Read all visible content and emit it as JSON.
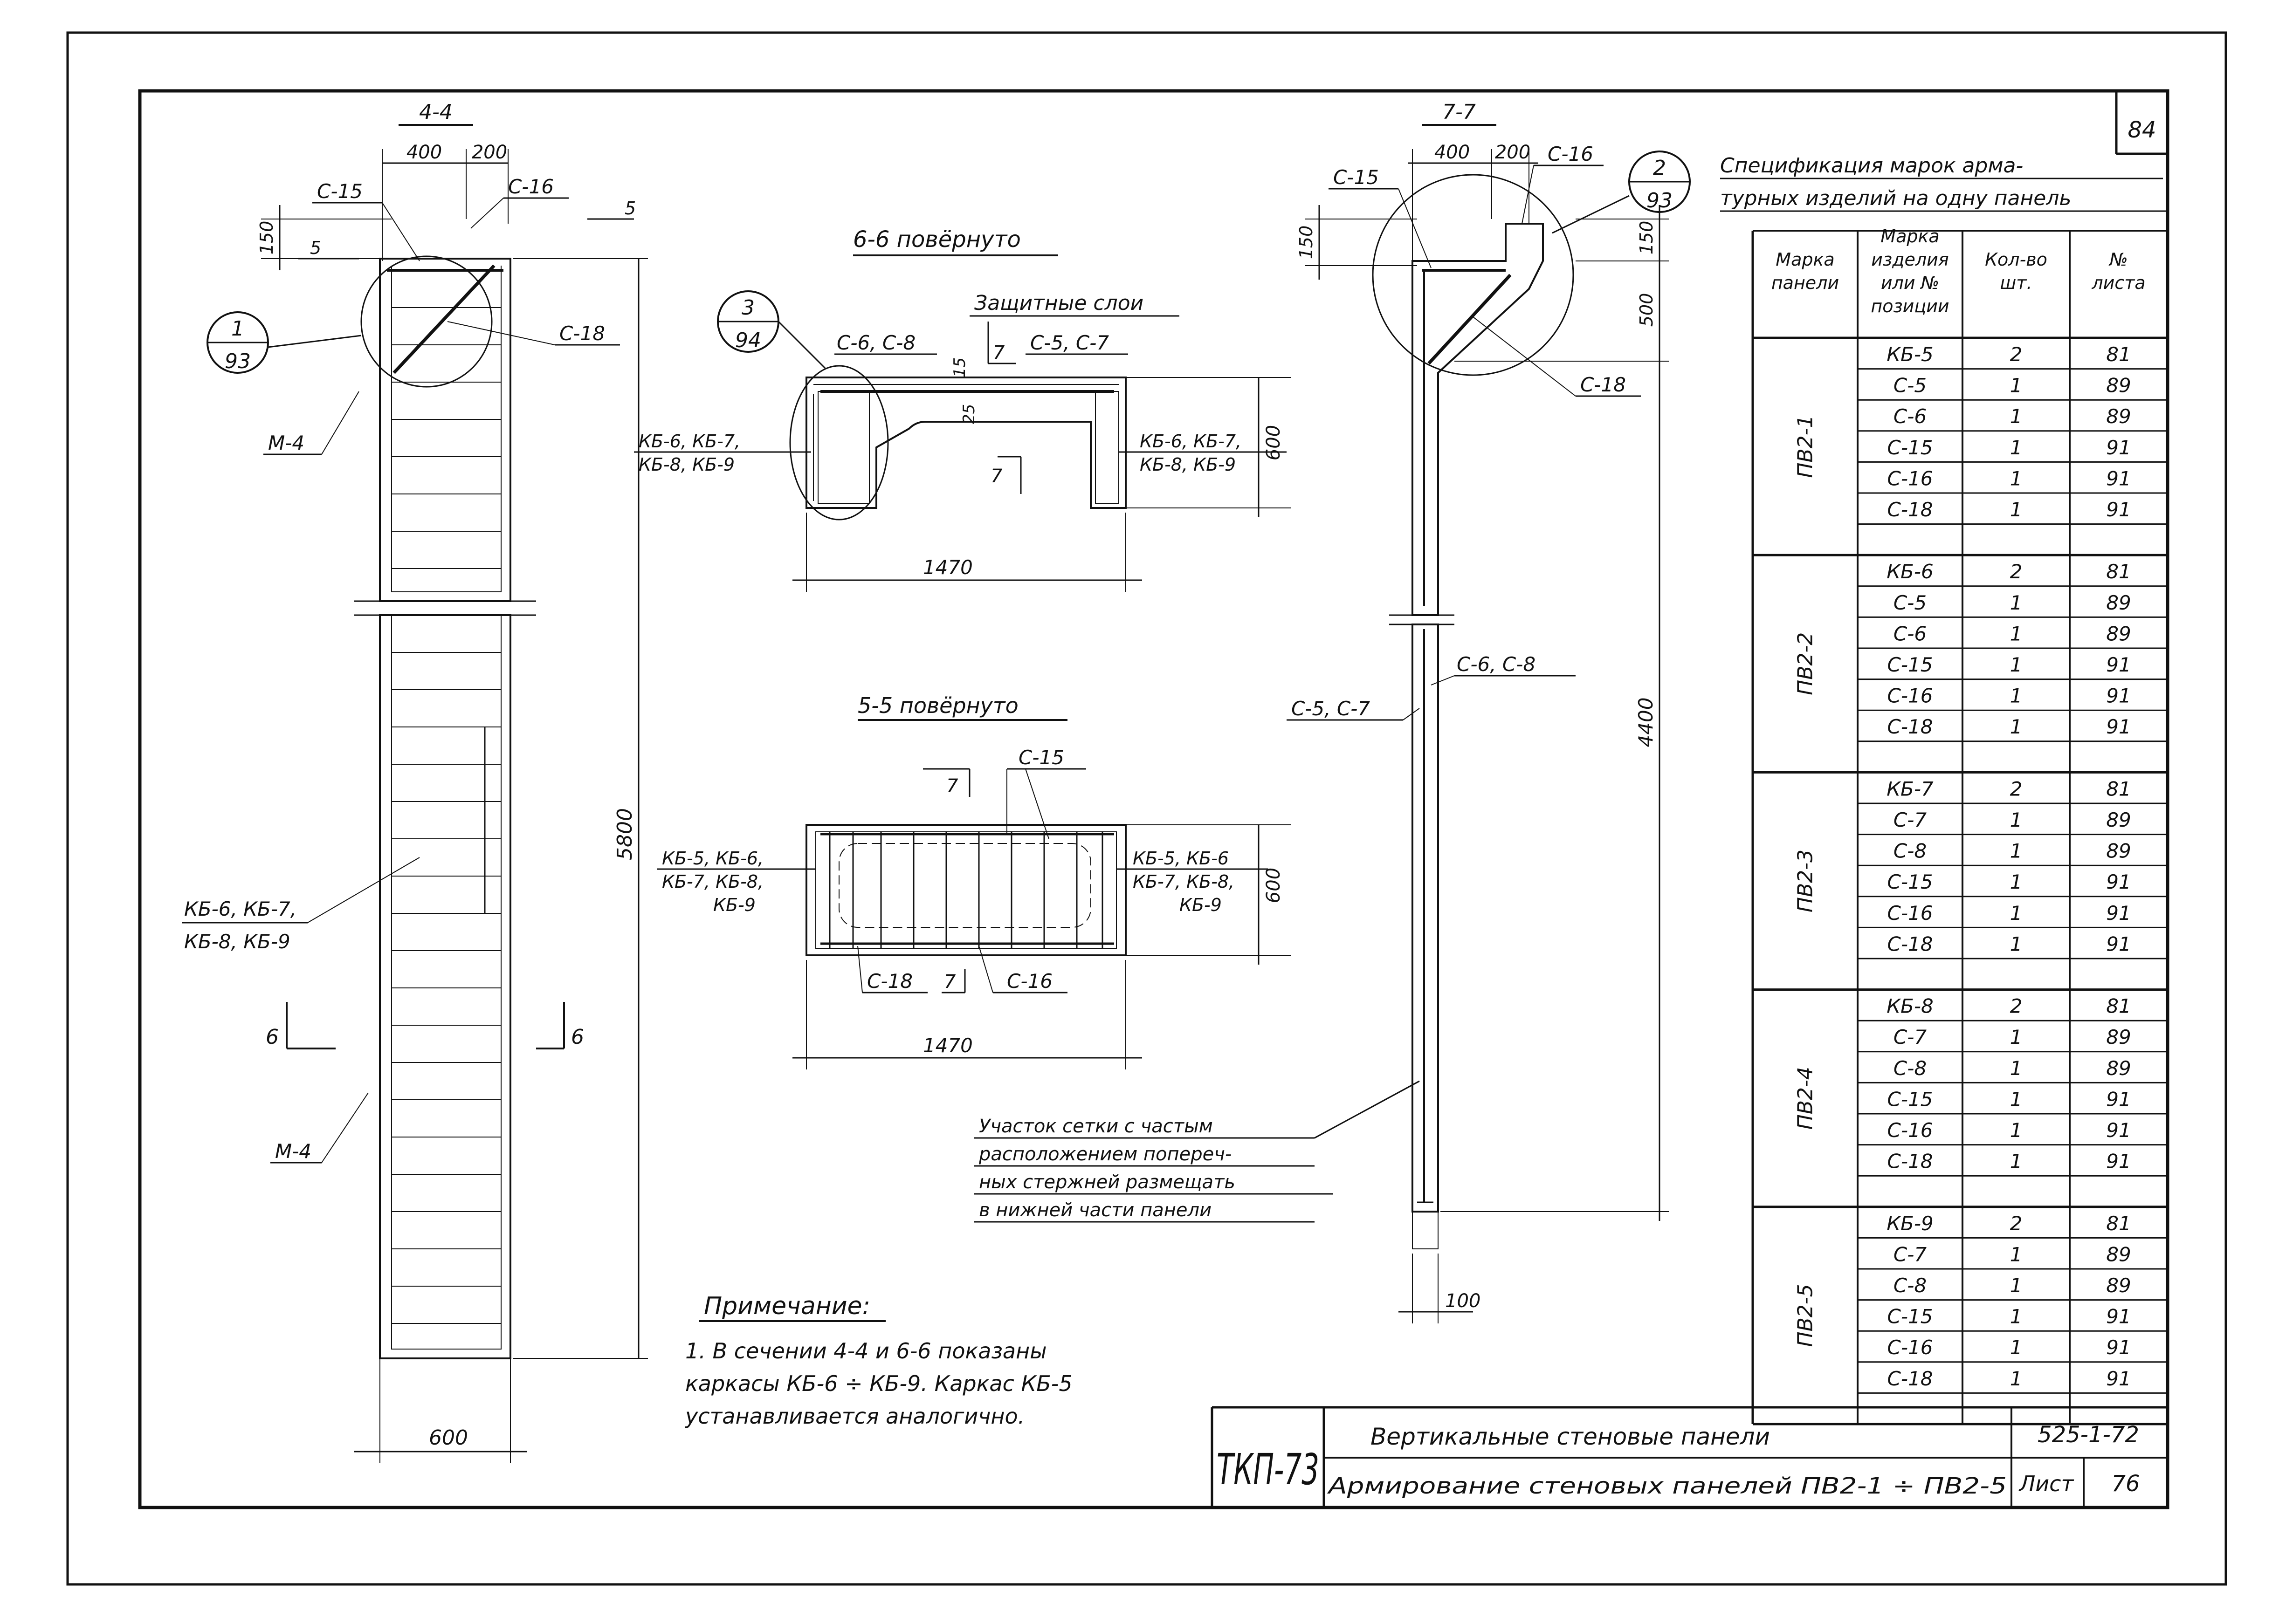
{
  "sheet_number": "84",
  "sections": {
    "s44": {
      "title": "4-4",
      "dims": [
        "400",
        "200",
        "150",
        "5",
        "5",
        "5800",
        "600"
      ],
      "labels": [
        "С-15",
        "С-16",
        "С-18",
        "М-4",
        "М-4",
        "КБ-6, КБ-7,",
        "КБ-8, КБ-9"
      ],
      "callout": {
        "top": "1",
        "bottom": "93"
      },
      "cut": "6"
    },
    "s66": {
      "title": "6-6 повёрнуто",
      "protective": "Защитные слои",
      "labels": [
        "С-6, С-8",
        "С-5, С-7",
        "КБ-6, КБ-7,",
        "КБ-8, КБ-9",
        "КБ-6, КБ-7,",
        "КБ-8, КБ-9"
      ],
      "dims": [
        "15",
        "25",
        "600",
        "1470"
      ],
      "cut": "7",
      "callout": {
        "top": "3",
        "bottom": "94"
      }
    },
    "s55": {
      "title": "5-5 повёрнуто",
      "labels": [
        "С-15",
        "КБ-5, КБ-6,",
        "КБ-7, КБ-8,",
        "КБ-9",
        "КБ-5, КБ-6",
        "КБ-7, КБ-8,",
        "КБ-9",
        "С-18",
        "С-16"
      ],
      "dims": [
        "600",
        "1470"
      ],
      "cut": "7"
    },
    "s77": {
      "title": "7-7",
      "dims": [
        "400",
        "200",
        "150",
        "150",
        "500",
        "4400",
        "100"
      ],
      "labels": [
        "С-15",
        "С-16",
        "С-18",
        "С-6, С-8",
        "С-5, С-7"
      ],
      "callout": {
        "top": "2",
        "bottom": "93"
      }
    },
    "mesh_note": [
      "Участок сетки с частым",
      "расположением попереч-",
      "ных стержней размещать",
      "в нижней части панели"
    ]
  },
  "note": {
    "title": "Примечание:",
    "lines": [
      "1. В сечении 4-4 и 6-6 показаны",
      "каркасы КБ-6 ÷ КБ-9.  Каркас КБ-5",
      "устанавливается аналогично."
    ]
  },
  "spec": {
    "title_lines": [
      "Спецификация марок арма-",
      "турных изделий на одну панель"
    ],
    "headers": [
      "Марка панели",
      "Марка изделия или № позиции",
      "Кол-во шт.",
      "№ листа"
    ],
    "groups": [
      {
        "panel": "ПВ2-1",
        "rows": [
          [
            "КБ-5",
            "2",
            "81"
          ],
          [
            "С-5",
            "1",
            "89"
          ],
          [
            "С-6",
            "1",
            "89"
          ],
          [
            "С-15",
            "1",
            "91"
          ],
          [
            "С-16",
            "1",
            "91"
          ],
          [
            "С-18",
            "1",
            "91"
          ]
        ]
      },
      {
        "panel": "ПВ2-2",
        "rows": [
          [
            "КБ-6",
            "2",
            "81"
          ],
          [
            "С-5",
            "1",
            "89"
          ],
          [
            "С-6",
            "1",
            "89"
          ],
          [
            "С-15",
            "1",
            "91"
          ],
          [
            "С-16",
            "1",
            "91"
          ],
          [
            "С-18",
            "1",
            "91"
          ]
        ]
      },
      {
        "panel": "ПВ2-3",
        "rows": [
          [
            "КБ-7",
            "2",
            "81"
          ],
          [
            "С-7",
            "1",
            "89"
          ],
          [
            "С-8",
            "1",
            "89"
          ],
          [
            "С-15",
            "1",
            "91"
          ],
          [
            "С-16",
            "1",
            "91"
          ],
          [
            "С-18",
            "1",
            "91"
          ]
        ]
      },
      {
        "panel": "ПВ2-4",
        "rows": [
          [
            "КБ-8",
            "2",
            "81"
          ],
          [
            "С-7",
            "1",
            "89"
          ],
          [
            "С-8",
            "1",
            "89"
          ],
          [
            "С-15",
            "1",
            "91"
          ],
          [
            "С-16",
            "1",
            "91"
          ],
          [
            "С-18",
            "1",
            "91"
          ]
        ]
      },
      {
        "panel": "ПВ2-5",
        "rows": [
          [
            "КБ-9",
            "2",
            "81"
          ],
          [
            "С-7",
            "1",
            "89"
          ],
          [
            "С-8",
            "1",
            "89"
          ],
          [
            "С-15",
            "1",
            "91"
          ],
          [
            "С-16",
            "1",
            "91"
          ],
          [
            "С-18",
            "1",
            "91"
          ]
        ]
      }
    ]
  },
  "title_block": {
    "series": "ТКП-73",
    "title": "Вертикальные стеновые панели",
    "subtitle": "Армирование стеновых панелей ПВ2-1 ÷ ПВ2-5",
    "code": "525-1-72",
    "sheet_label": "Лист",
    "sheet_value": "76"
  }
}
